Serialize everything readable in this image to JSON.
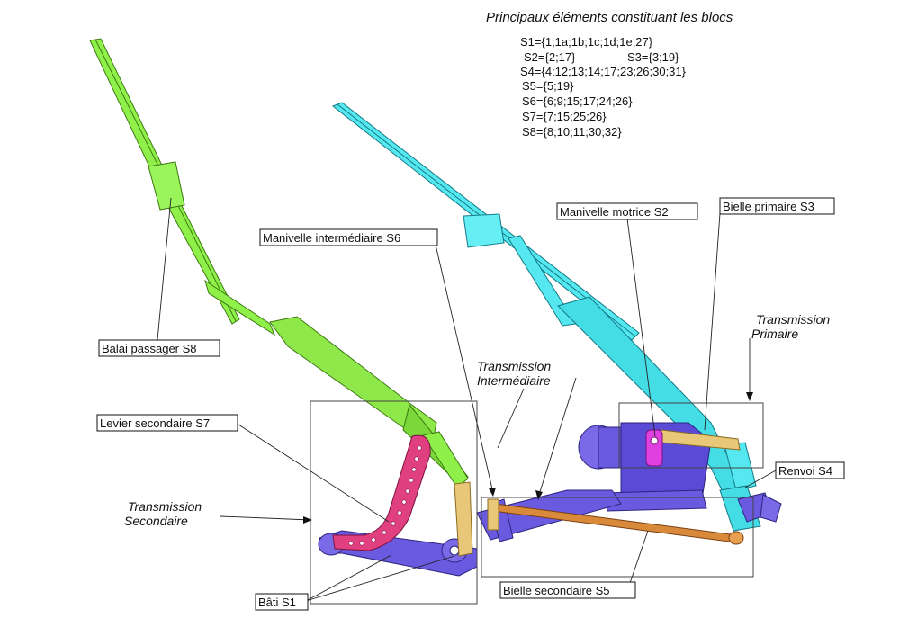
{
  "title": "Principaux éléments constituant les blocs",
  "blocks": {
    "s1": "S1={1;1a;1b;1c;1d;1e;27}",
    "s2": "S2={2;17}",
    "s3": "S3={3;19}",
    "s4": "S4={4;12;13;14;17;23;26;30;31}",
    "s5": "S5={5;19}",
    "s6": "S6={6;9;15;17;24;26}",
    "s7": "S7={7;15;25;26}",
    "s8": "S8={8;10;11;30;32}"
  },
  "labels": {
    "balai": "Balai passager S8",
    "manivelle_inter": "Manivelle intermédiaire S6",
    "manivelle_motrice": "Manivelle motrice S2",
    "bielle_primaire": "Bielle primaire S3",
    "levier": "Levier secondaire S7",
    "renvoi": "Renvoi S4",
    "bati": "Bâti S1",
    "bielle_secondaire": "Bielle secondaire S5"
  },
  "transmissions": {
    "primaire_1": "Transmission",
    "primaire_2": "Primaire",
    "intermediaire_1": "Transmission",
    "intermediaire_2": "Intermédiaire",
    "secondaire_1": "Transmission",
    "secondaire_2": "Secondaire"
  },
  "colors": {
    "green": "#7fe03a",
    "cyan": "#3fe0e8",
    "purple": "#6a5ae0",
    "pink": "#e0407a",
    "tan": "#e8c878",
    "magenta": "#e040e0"
  }
}
